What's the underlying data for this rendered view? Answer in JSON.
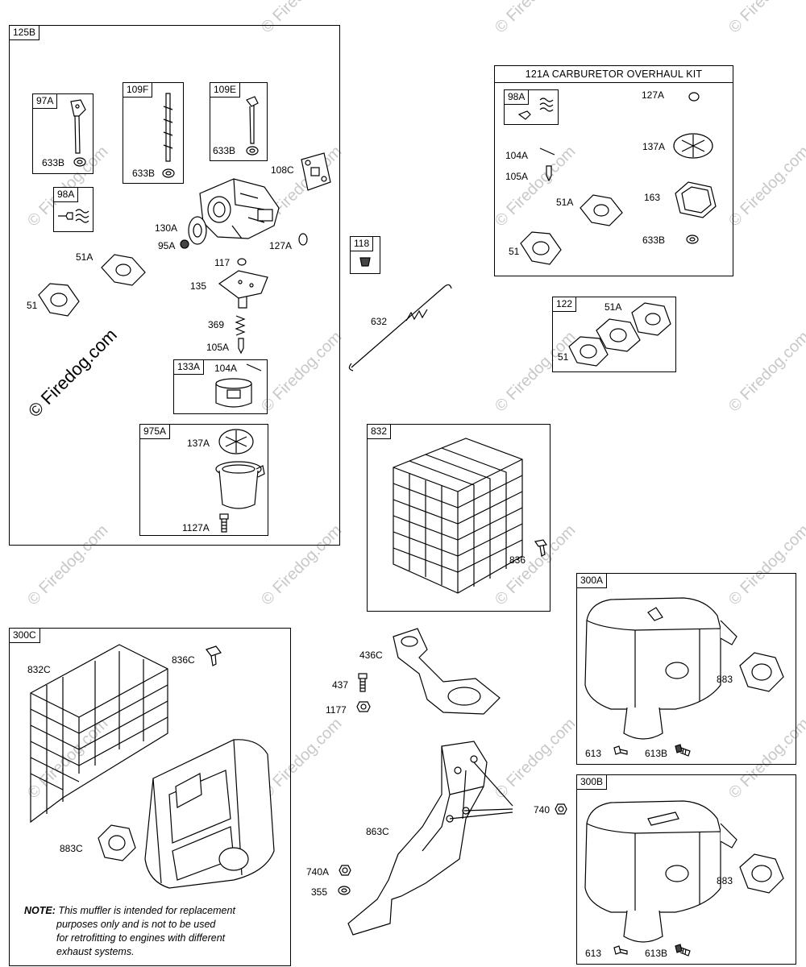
{
  "watermark": "© Firedog.com",
  "kits": {
    "k125B": "125B",
    "k97A": "97A",
    "k109F": "109F",
    "k109E": "109E",
    "k98A": "98A",
    "k133A": "133A",
    "k975A": "975A",
    "k118": "118",
    "k121A": "121A CARBURETOR OVERHAUL KIT",
    "k98A_kit": "98A",
    "k122": "122",
    "k832": "832",
    "k300A": "300A",
    "k300C": "300C",
    "k300B": "300B"
  },
  "parts": {
    "p633B_1": "633B",
    "p633B_2": "633B",
    "p633B_3": "633B",
    "p108C": "108C",
    "p130A": "130A",
    "p95A": "95A",
    "p127A": "127A",
    "p51A": "51A",
    "p51": "51",
    "p117": "117",
    "p135": "135",
    "p369": "369",
    "p105A": "105A",
    "p104A": "104A",
    "p137A": "137A",
    "p1127A": "1127A",
    "p632": "632",
    "kit127A": "127A",
    "kit104A": "104A",
    "kit137A": "137A",
    "kit105A": "105A",
    "kit163": "163",
    "kit51A": "51A",
    "kit51": "51",
    "kit633B": "633B",
    "k122_51A": "51A",
    "k122_51": "51",
    "p836": "836",
    "p883_A": "883",
    "p613_A": "613",
    "p613B_A": "613B",
    "p836C": "836C",
    "p832C": "832C",
    "p883C": "883C",
    "p436C": "436C",
    "p437": "437",
    "p1177": "1177",
    "p740": "740",
    "p863C": "863C",
    "p740A": "740A",
    "p355": "355",
    "p883_B": "883",
    "p613_B": "613",
    "p613B_B": "613B"
  },
  "note": {
    "lead": "NOTE:",
    "line1": "This muffler is intended for replacement",
    "line2": "purposes only and is not to be used",
    "line3": "for retrofitting to engines with different",
    "line4": "exhaust systems."
  }
}
